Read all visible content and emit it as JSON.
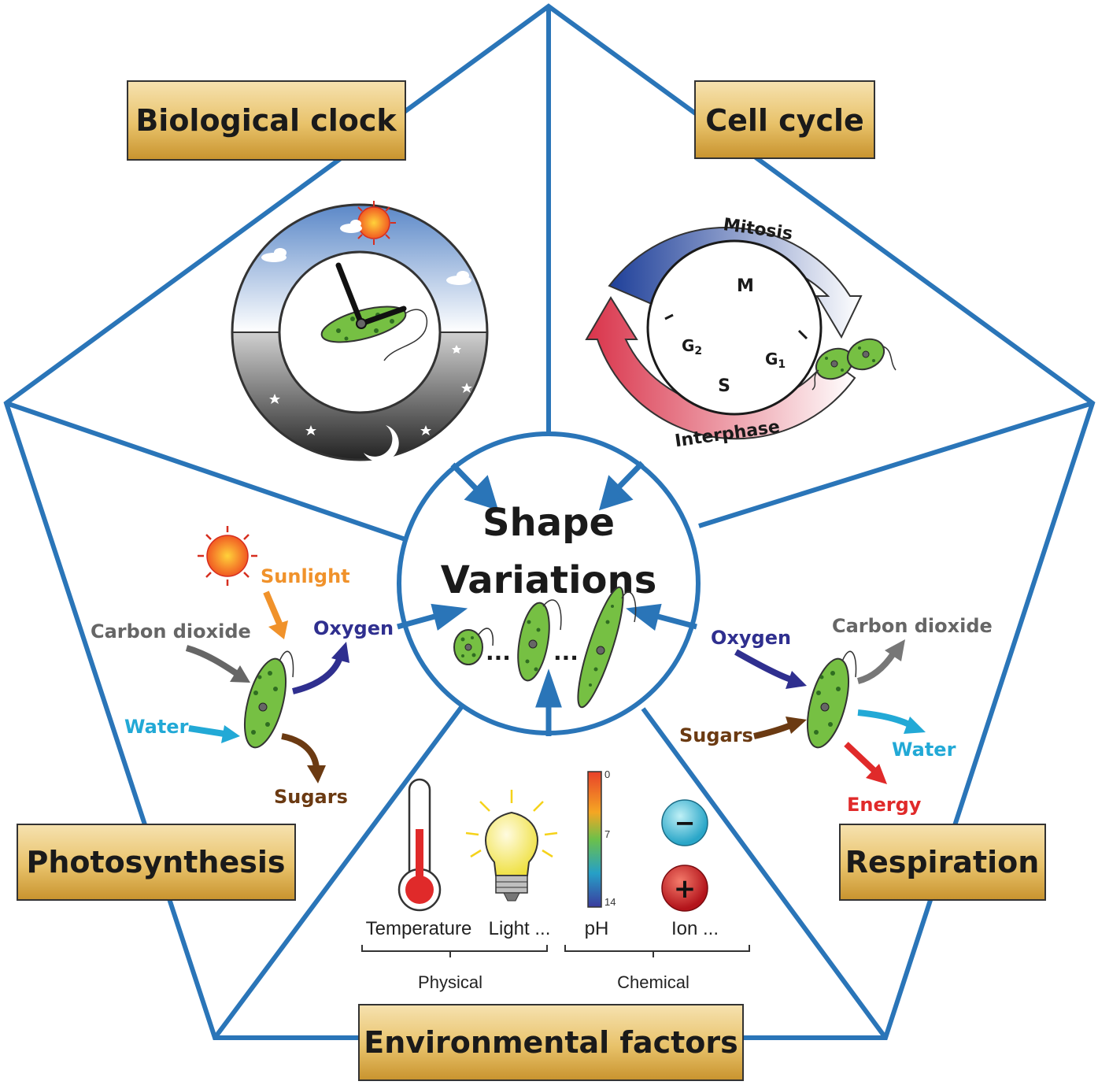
{
  "center": {
    "title_line1": "Shape",
    "title_line2": "Variations",
    "ellipsis1": "...",
    "ellipsis2": "..."
  },
  "sections": {
    "biological_clock": "Biological clock",
    "cell_cycle": "Cell cycle",
    "photosynthesis": "Photosynthesis",
    "respiration": "Respiration",
    "environmental_factors": "Environmental factors"
  },
  "cell_cycle": {
    "mitosis": "Mitosis",
    "interphase": "Interphase",
    "m": "M",
    "g2": "G",
    "g2_sub": "2",
    "g1": "G",
    "g1_sub": "1",
    "s": "S"
  },
  "photosynthesis": {
    "sunlight": "Sunlight",
    "carbon_dioxide": "Carbon dioxide",
    "oxygen": "Oxygen",
    "water": "Water",
    "sugars": "Sugars"
  },
  "respiration": {
    "oxygen": "Oxygen",
    "carbon_dioxide": "Carbon dioxide",
    "sugars": "Sugars",
    "water": "Water",
    "energy": "Energy"
  },
  "environment": {
    "temperature": "Temperature",
    "light": "Light ...",
    "ph": "pH",
    "ion": "Ion ...",
    "physical": "Physical",
    "chemical": "Chemical",
    "ph_top": "0",
    "ph_mid": "7",
    "ph_bottom": "14",
    "minus": "−",
    "plus": "+"
  },
  "colors": {
    "frame_blue": "#2a75b8",
    "label_gold": "#e8c26a",
    "sunlight": "#f0922b",
    "carbon_dioxide": "#666666",
    "oxygen": "#2f2f8f",
    "water": "#22a9d6",
    "sugars": "#6b3a12",
    "energy": "#e02a2a",
    "cell_green": "#76c043"
  }
}
